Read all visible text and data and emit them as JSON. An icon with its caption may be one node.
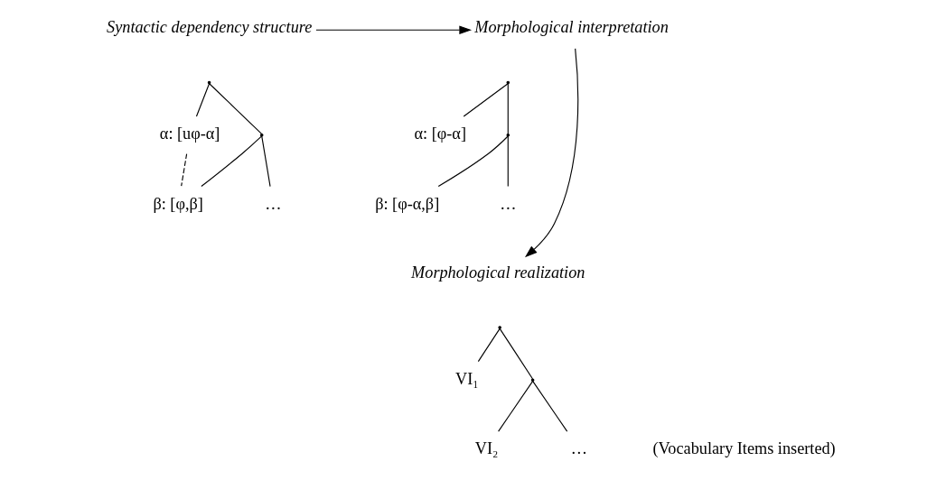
{
  "diagram": {
    "nodes": [
      {
        "text": [
          "Syntactic dependency structure"
        ]
      },
      {
        "text": [
          "Morphological interpretation"
        ]
      },
      {
        "text": [],
        "shape": "point"
      },
      {
        "text": [
          "α: [uφ-α]"
        ]
      },
      {
        "text": [],
        "shape": "point"
      },
      {
        "text": [
          "β: [φ,β]"
        ]
      },
      {
        "text": [
          "…"
        ]
      },
      {
        "text": [],
        "shape": "point"
      },
      {
        "text": [
          "α: [φ-α]"
        ]
      },
      {
        "text": [],
        "shape": "point"
      },
      {
        "text": [
          "β: [φ-α,β]"
        ]
      },
      {
        "text": [
          "…"
        ]
      },
      {
        "text": [
          "Morphological realization"
        ]
      },
      {
        "text": [],
        "shape": "point"
      },
      {
        "text": [
          "VI₁"
        ]
      },
      {
        "text": [],
        "shape": "point"
      },
      {
        "text": [
          "VI₂"
        ]
      },
      {
        "text": [
          "…"
        ]
      }
    ],
    "edges": [
      {
        "from": 0,
        "to": 1,
        "arrow": "to"
      },
      {
        "from": 2,
        "to": 3,
        "arrow": "none"
      },
      {
        "from": 2,
        "to": 4,
        "arrow": "none"
      },
      {
        "from": 4,
        "to": 5,
        "arrow": "none"
      },
      {
        "from": 4,
        "to": 6,
        "arrow": "none"
      },
      {
        "from": 3,
        "to": 5,
        "arrow": "none",
        "style": "dashed"
      },
      {
        "from": 7,
        "to": 8,
        "arrow": "none"
      },
      {
        "from": 7,
        "to": 9,
        "arrow": "none"
      },
      {
        "from": 9,
        "to": 10,
        "arrow": "none"
      },
      {
        "from": 9,
        "to": 11,
        "arrow": "none"
      },
      {
        "from": 1,
        "to": 12,
        "arrow": "to"
      },
      {
        "from": 13,
        "to": 14,
        "arrow": "none"
      },
      {
        "from": 13,
        "to": 15,
        "arrow": "none"
      },
      {
        "from": 15,
        "to": 16,
        "arrow": "none"
      },
      {
        "from": 15,
        "to": 17,
        "arrow": "none"
      }
    ],
    "labels": [
      "(Vocabulary Items inserted)"
    ]
  }
}
